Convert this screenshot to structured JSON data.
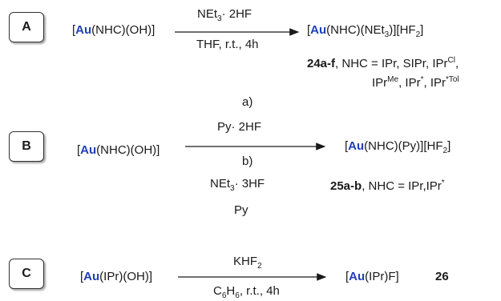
{
  "rows": [
    {
      "label": "A",
      "reactant": {
        "open": "[",
        "metal": "Au",
        "rest": "(NHC)(OH)]"
      },
      "above": {
        "pre": "NEt",
        "sub": "3",
        "dot": "·",
        "post": " 2HF"
      },
      "below": {
        "text": "THF, r.t., 4h"
      },
      "product": {
        "open": "[",
        "metal": "Au",
        "mid": "(NHC)(NEt",
        "sub": "3",
        "post": ")][HF",
        "sub2": "2",
        "close": "]"
      },
      "note1": {
        "bold": "24a-f",
        "text": ", NHC = IPr, SIPr, IPr",
        "sup": "Cl",
        "tail": ","
      },
      "note2": {
        "a": "IPr",
        "supA": "Me",
        "b": ", IPr",
        "supB": "*",
        "c": ", IPr",
        "supC": "*Tol"
      }
    },
    {
      "label": "B",
      "condition_a_label": "a)",
      "reactant": {
        "open": "[",
        "metal": "Au",
        "rest": "(NHC)(OH)]"
      },
      "above": {
        "pre": "Py",
        "dot": "·",
        "post": " 2HF"
      },
      "condition_b_label": "b)",
      "below": {
        "pre": "NEt",
        "sub": "3",
        "dot": "·",
        "post": " 3HF",
        "line2": "Py"
      },
      "product": {
        "open": "[",
        "metal": "Au",
        "mid": "(NHC)(Py)][HF",
        "sub": "2",
        "close": "]"
      },
      "note1": {
        "bold": "25a-b",
        "text": ", NHC = IPr,IPr",
        "sup": "*"
      }
    },
    {
      "label": "C",
      "reactant": {
        "open": "[",
        "metal": "Au",
        "rest": "(IPr)(OH)]"
      },
      "above": {
        "pre": "KHF",
        "sub": "2"
      },
      "below": {
        "pre": "C",
        "sub": "6",
        "mid": "H",
        "sub2": "6",
        "post": ", r.t., 4h"
      },
      "product": {
        "open": "[",
        "metal": "Au",
        "rest": "(IPr)F]"
      },
      "compound": "26"
    }
  ]
}
